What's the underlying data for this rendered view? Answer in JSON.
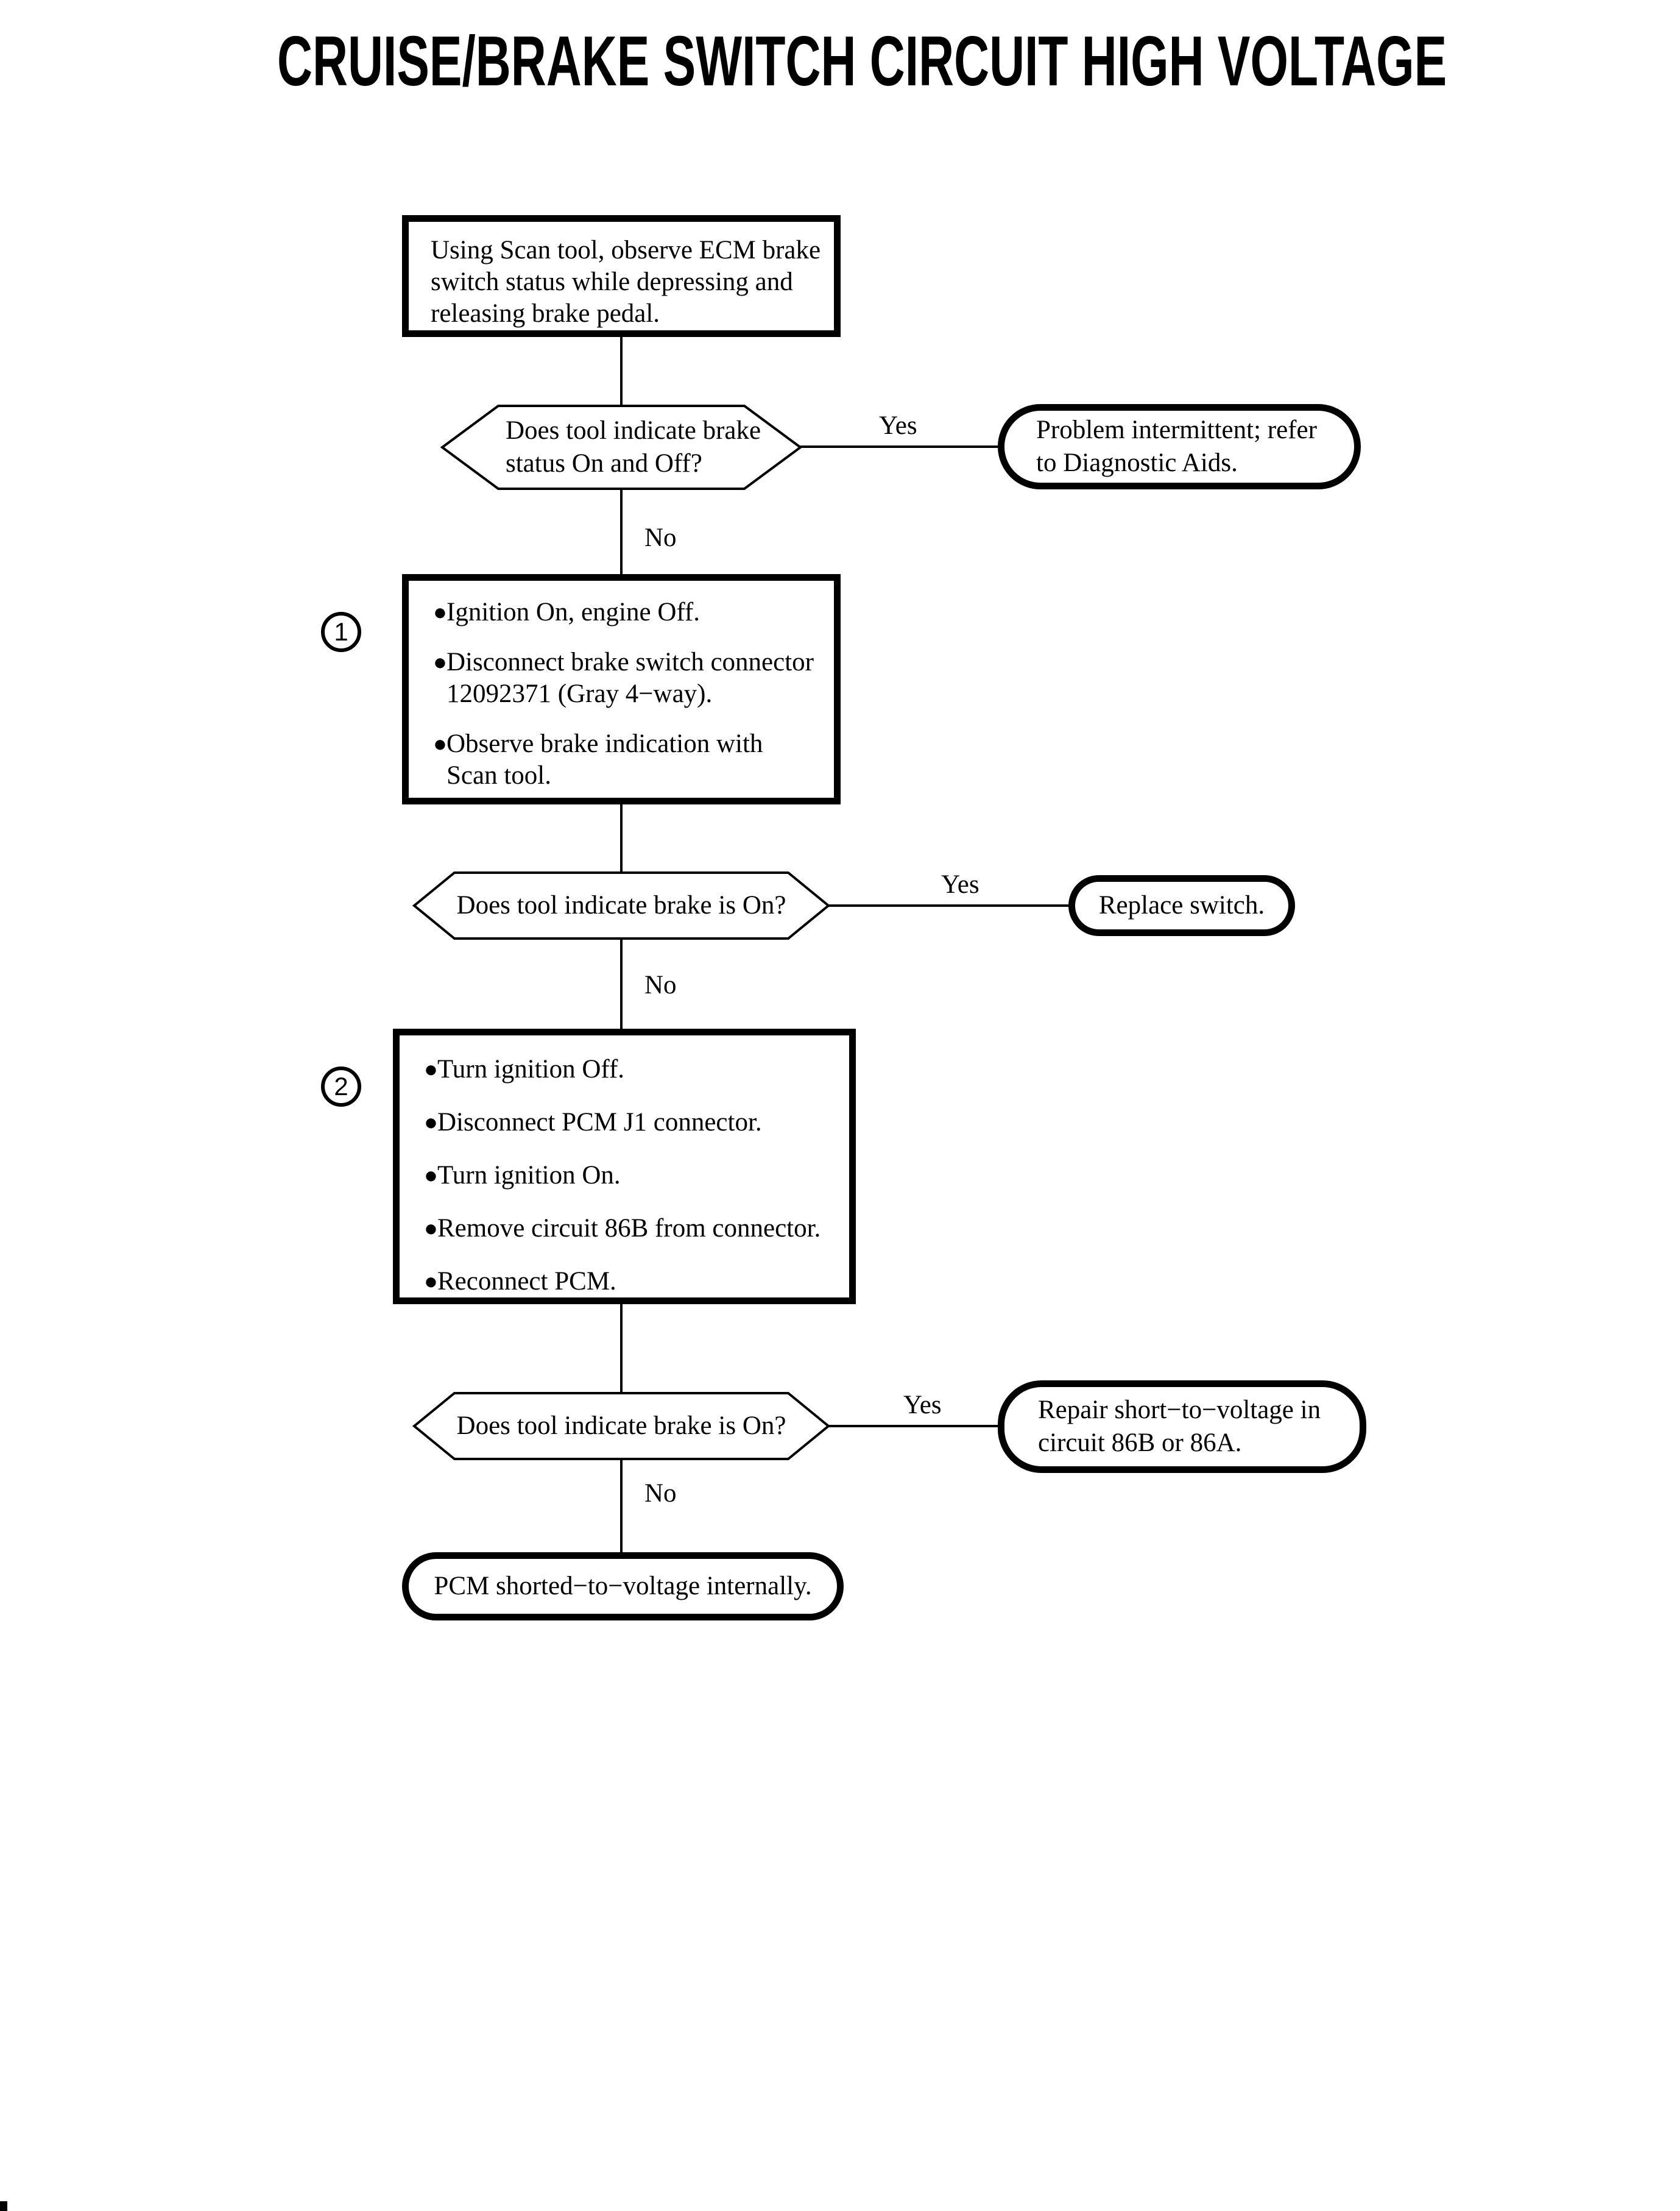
{
  "page": {
    "title": "CRUISE/BRAKE SWITCH CIRCUIT HIGH VOLTAGE",
    "ink_color": "#000000",
    "paper_color": "#ffffff"
  },
  "glyphs": {
    "bullet": "●"
  },
  "nodes": {
    "start_box": {
      "lines": [
        "Using Scan tool, observe ECM brake",
        "switch status while depressing and",
        "releasing brake pedal."
      ]
    },
    "decision1": {
      "lines": [
        "Does tool indicate brake",
        "status On and Off?"
      ],
      "yes_label": "Yes",
      "no_label": "No"
    },
    "result1": {
      "lines": [
        "Problem intermittent; refer",
        "to Diagnostic Aids."
      ]
    },
    "step1": {
      "number": "1",
      "items": [
        {
          "lines": [
            "Ignition On, engine Off."
          ]
        },
        {
          "lines": [
            "Disconnect brake switch connector",
            "12092371 (Gray 4−way)."
          ]
        },
        {
          "lines": [
            "Observe brake indication with",
            "Scan tool."
          ]
        }
      ]
    },
    "decision2": {
      "label": "Does tool indicate brake is On?",
      "yes_label": "Yes",
      "no_label": "No"
    },
    "result2": {
      "label": "Replace switch."
    },
    "step2": {
      "number": "2",
      "items": [
        {
          "lines": [
            "Turn ignition Off."
          ]
        },
        {
          "lines": [
            "Disconnect PCM J1 connector."
          ]
        },
        {
          "lines": [
            "Turn ignition On."
          ]
        },
        {
          "lines": [
            "Remove circuit 86B from connector."
          ]
        },
        {
          "lines": [
            "Reconnect PCM."
          ]
        }
      ]
    },
    "decision3": {
      "label": "Does tool indicate brake is On?",
      "yes_label": "Yes",
      "no_label": "No"
    },
    "result3": {
      "lines": [
        "Repair short−to−voltage in",
        "circuit 86B or 86A."
      ]
    },
    "final_result": {
      "label": "PCM shorted−to−voltage internally."
    }
  }
}
